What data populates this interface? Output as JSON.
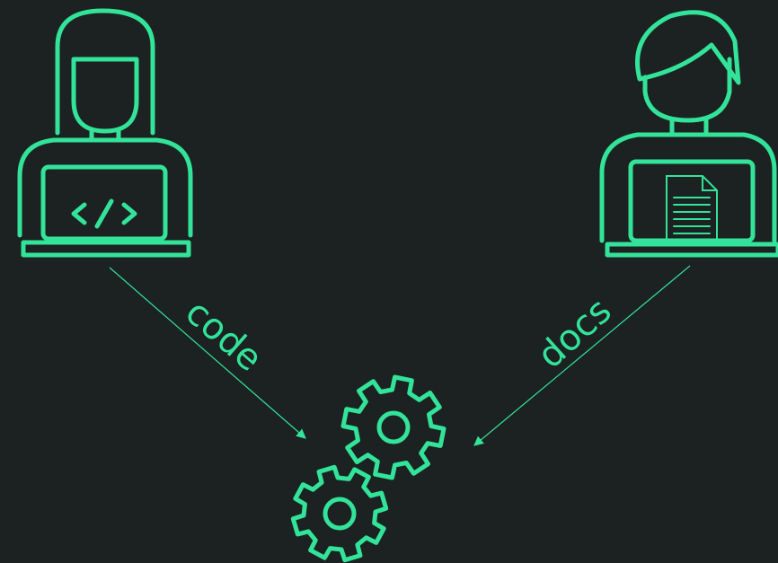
{
  "diagram": {
    "accent_color": "#33e39a",
    "background_color": "#1b2221",
    "actors": [
      {
        "role": "developer",
        "laptop_screen_icon": "code-brackets-icon"
      },
      {
        "role": "writer",
        "laptop_screen_icon": "document-icon"
      }
    ],
    "flows": [
      {
        "label": "code"
      },
      {
        "label": "docs"
      }
    ],
    "target_icon": "gears-icon"
  }
}
